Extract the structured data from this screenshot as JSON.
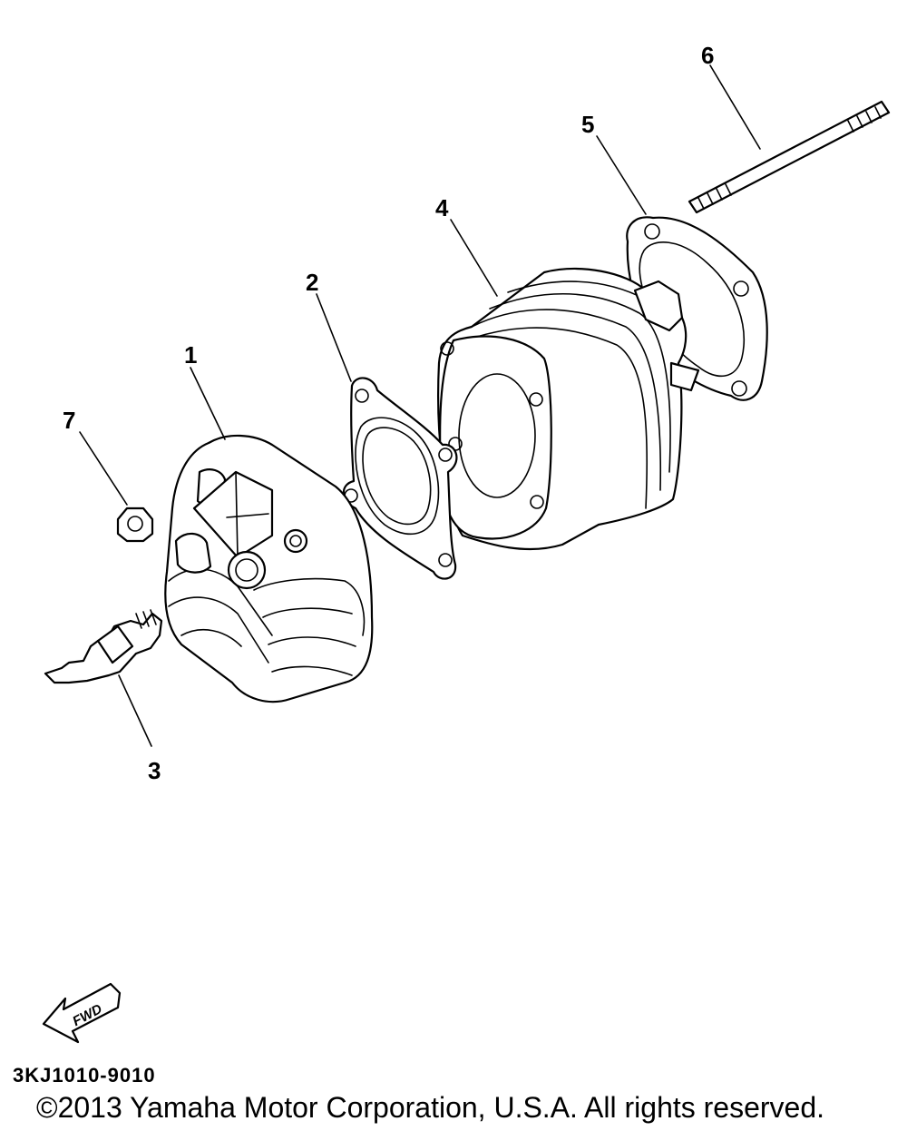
{
  "diagram": {
    "callouts": [
      {
        "id": "1",
        "label": "1"
      },
      {
        "id": "2",
        "label": "2"
      },
      {
        "id": "3",
        "label": "3"
      },
      {
        "id": "4",
        "label": "4"
      },
      {
        "id": "5",
        "label": "5"
      },
      {
        "id": "6",
        "label": "6"
      },
      {
        "id": "7",
        "label": "7"
      }
    ],
    "fwd_label": "FWD",
    "part_code": "3KJ1010-9010",
    "copyright": "©2013 Yamaha Motor Corporation, U.S.A. All rights reserved."
  },
  "colors": {
    "line": "#000000",
    "background": "#ffffff"
  }
}
